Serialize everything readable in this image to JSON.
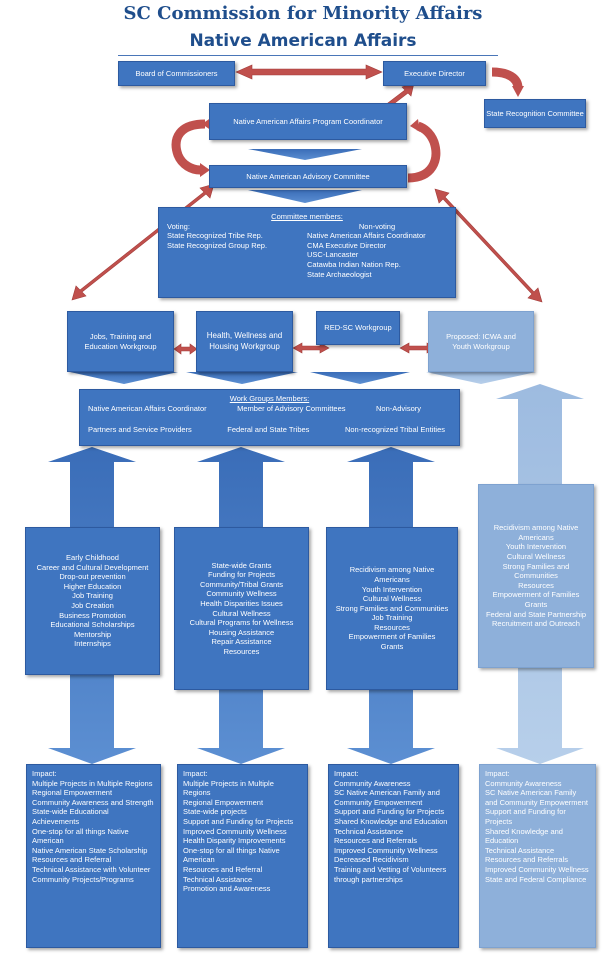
{
  "header": {
    "title": "SC Commission for Minority Affairs",
    "subtitle": "Native American Affairs"
  },
  "org": {
    "board": "Board of Commissioners",
    "executive_director": "Executive Director",
    "state_recognition": "State Recognition Committee",
    "coordinator": "Native American Affairs Program Coordinator",
    "advisory_committee": "Native American Advisory Committee"
  },
  "committee": {
    "header": "Committee members:",
    "voting_label": "Voting:",
    "voting": [
      "State Recognized Tribe Rep.",
      "State Recognized Group Rep."
    ],
    "nonvoting_label": "Non-voting",
    "nonvoting": [
      "Native American Affairs Coordinator",
      "CMA Executive Director",
      "USC-Lancaster",
      "Catawba Indian Nation Rep.",
      "State Archaeologist"
    ]
  },
  "workgroups": [
    {
      "label": "Jobs, Training and Education Workgroup"
    },
    {
      "label": "Health, Wellness and Housing Workgroup"
    },
    {
      "label": "RED-SC Workgroup"
    },
    {
      "label": "Proposed: ICWA and Youth Workgroup"
    }
  ],
  "workgroup_members": {
    "header": "Work Groups Members:",
    "row1": [
      "Native American Affairs Coordinator",
      "Member of Advisory Committees",
      "Non-Advisory"
    ],
    "row2": [
      "Partners and Service Providers",
      "Federal and State Tribes",
      "Non-recognized Tribal Entities"
    ]
  },
  "columns": [
    {
      "items": [
        "Early Childhood",
        "Career and Cultural Development",
        "Drop-out prevention",
        "Higher Education",
        "Job Training",
        "Job Creation",
        "Business Promotion",
        "Educational Scholarships",
        "Mentorship",
        "Internships"
      ]
    },
    {
      "items": [
        "State-wide Grants",
        "Funding for Projects",
        "Community/Tribal Grants",
        "Community Wellness",
        "Health Disparities Issues",
        "Cultural Wellness",
        "Cultural Programs for Wellness",
        "Housing Assistance",
        "Repair Assistance",
        "Resources"
      ]
    },
    {
      "items": [
        "Recidivism among Native Americans",
        "Youth Intervention",
        "Cultural Wellness",
        "Strong Families and Communities",
        "Job Training",
        "Resources",
        "Empowerment of Families",
        "Grants"
      ]
    },
    {
      "items": [
        "Recidivism among Native Americans",
        "Youth Intervention",
        "Cultural Wellness",
        "Strong Families and Communities",
        "Resources",
        "Empowerment of Families",
        "Grants",
        "Federal and State Partnership",
        "Recruitment and Outreach"
      ]
    }
  ],
  "impacts": [
    {
      "label": "Impact:",
      "items": [
        "Multiple Projects in Multiple Regions",
        "Regional Empowerment",
        "Community Awareness and Strength",
        "State-wide Educational Achievements",
        "One-stop for all things Native American",
        "Native American State Scholarship",
        "Resources and Referral",
        "Technical Assistance with Volunteer Community Projects/Programs"
      ]
    },
    {
      "label": "Impact:",
      "items": [
        "Multiple Projects in Multiple Regions",
        "Regional Empowerment",
        "State-wide projects",
        "Support and Funding for Projects",
        "Improved Community Wellness",
        "Health Disparity Improvements",
        "One-stop for all things Native American",
        "Resources and Referral",
        "Technical Assistance",
        "Promotion and Awareness"
      ]
    },
    {
      "label": "Impact:",
      "items": [
        "Community Awareness",
        "SC Native American Family and Community Empowerment",
        "Support and Funding for Projects",
        "Shared Knowledge and Education",
        "Technical Assistance",
        "Resources and Referrals",
        "Improved Community Wellness",
        "Decreased Recidivism",
        "Training and Vetting of Volunteers through partnerships"
      ]
    },
    {
      "label": "Impact:",
      "items": [
        "Community Awareness",
        "SC Native American Family and Community Empowerment",
        "Support and Funding for Projects",
        "Shared Knowledge and Education",
        "Technical Assistance",
        "Resources and Referrals",
        "Improved Community Wellness",
        "State and Federal Compliance"
      ]
    }
  ],
  "colors": {
    "box": "#3f75c0",
    "box_light": "#8eb0da",
    "arrow_red": "#c0504d",
    "title": "#1f4e8c"
  }
}
